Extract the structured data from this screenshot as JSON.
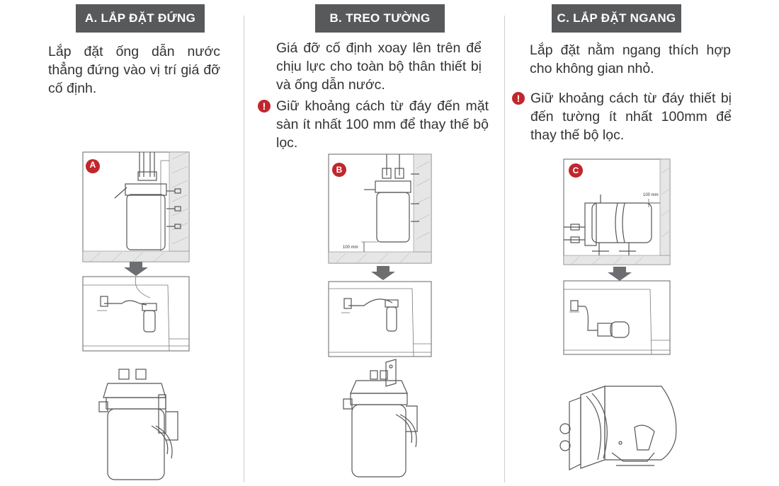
{
  "columns": [
    {
      "header": "A. LẮP ĐẶT ĐỨNG",
      "description": "Lắp đặt ống dẫn nước thẳng đứng vào vị trí giá đỡ cố định.",
      "badge": "A"
    },
    {
      "header": "B. TREO TƯỜNG",
      "description": "Giá đỡ cố định xoay lên trên để chịu lực cho toàn bộ thân thiết bị và ống dẫn nước.",
      "note": "Giữ khoảng cách từ đáy đến mặt sàn ít nhất 100 mm để thay thế bộ lọc.",
      "badge": "B",
      "dimension_label": "100 mm"
    },
    {
      "header": "C. LẮP ĐẶT NGANG",
      "description": "Lắp đặt nằm ngang thích hợp cho không gian nhỏ.",
      "note": "Giữ khoảng cách từ đáy thiết bị đến tường ít nhất 100mm để thay thế bộ lọc.",
      "badge": "C",
      "dimension_label": "100 mm"
    }
  ],
  "icons": {
    "warning": "!"
  },
  "colors": {
    "header_bg": "#58595b",
    "badge_red": "#c0272d",
    "text": "#333333",
    "arrow": "#6d6e71"
  }
}
